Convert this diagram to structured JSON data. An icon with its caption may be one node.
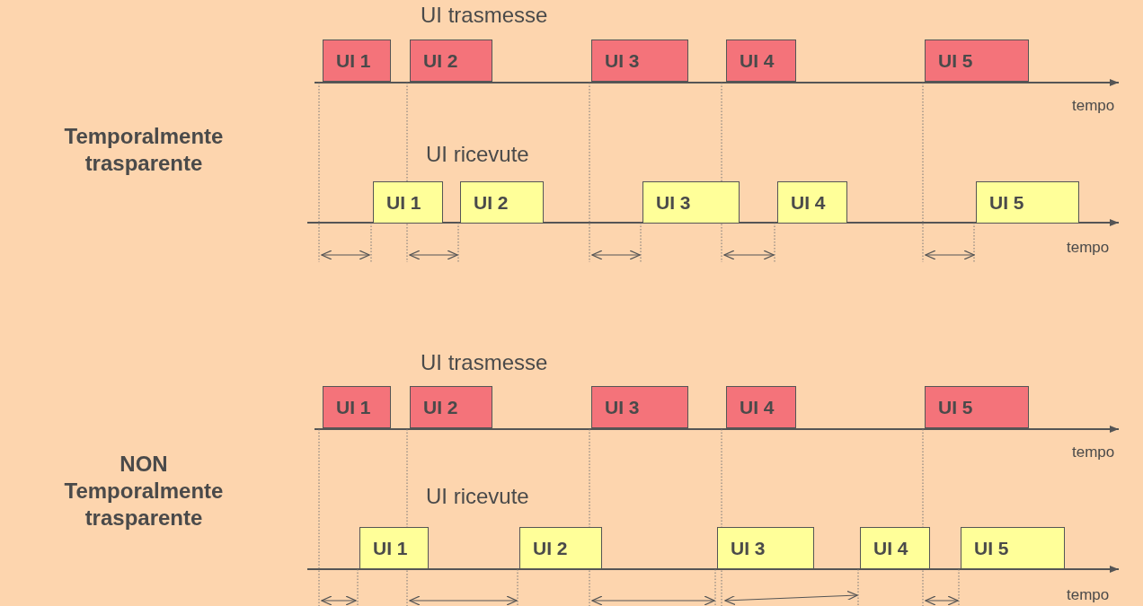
{
  "diagram": {
    "nodes": [
      {
        "text": [
          "UI 1"
        ]
      },
      {
        "text": [
          "UI 2"
        ]
      },
      {
        "text": [
          "UI 3"
        ]
      },
      {
        "text": [
          "UI 4"
        ]
      },
      {
        "text": [
          "UI 5"
        ]
      },
      {
        "text": [
          "UI 1"
        ]
      },
      {
        "text": [
          "UI 2"
        ]
      },
      {
        "text": [
          "UI 3"
        ]
      },
      {
        "text": [
          "UI 4"
        ]
      },
      {
        "text": [
          "UI 5"
        ]
      },
      {
        "text": [
          "UI 1"
        ]
      },
      {
        "text": [
          "UI 2"
        ]
      },
      {
        "text": [
          "UI 3"
        ]
      },
      {
        "text": [
          "UI 4"
        ]
      },
      {
        "text": [
          "UI 5"
        ]
      },
      {
        "text": [
          "UI 1"
        ]
      },
      {
        "text": [
          "UI 2"
        ]
      },
      {
        "text": [
          "UI 3"
        ]
      },
      {
        "text": [
          "UI 4"
        ]
      },
      {
        "text": [
          "UI 5"
        ]
      }
    ],
    "edges": [],
    "labels": [
      "UI trasmesse",
      "tempo",
      "Temporalmente trasparente",
      "UI ricevute",
      "tempo",
      "UI trasmesse",
      "tempo",
      "NON Temporalmente trasparente",
      "UI ricevute",
      "tempo"
    ]
  }
}
